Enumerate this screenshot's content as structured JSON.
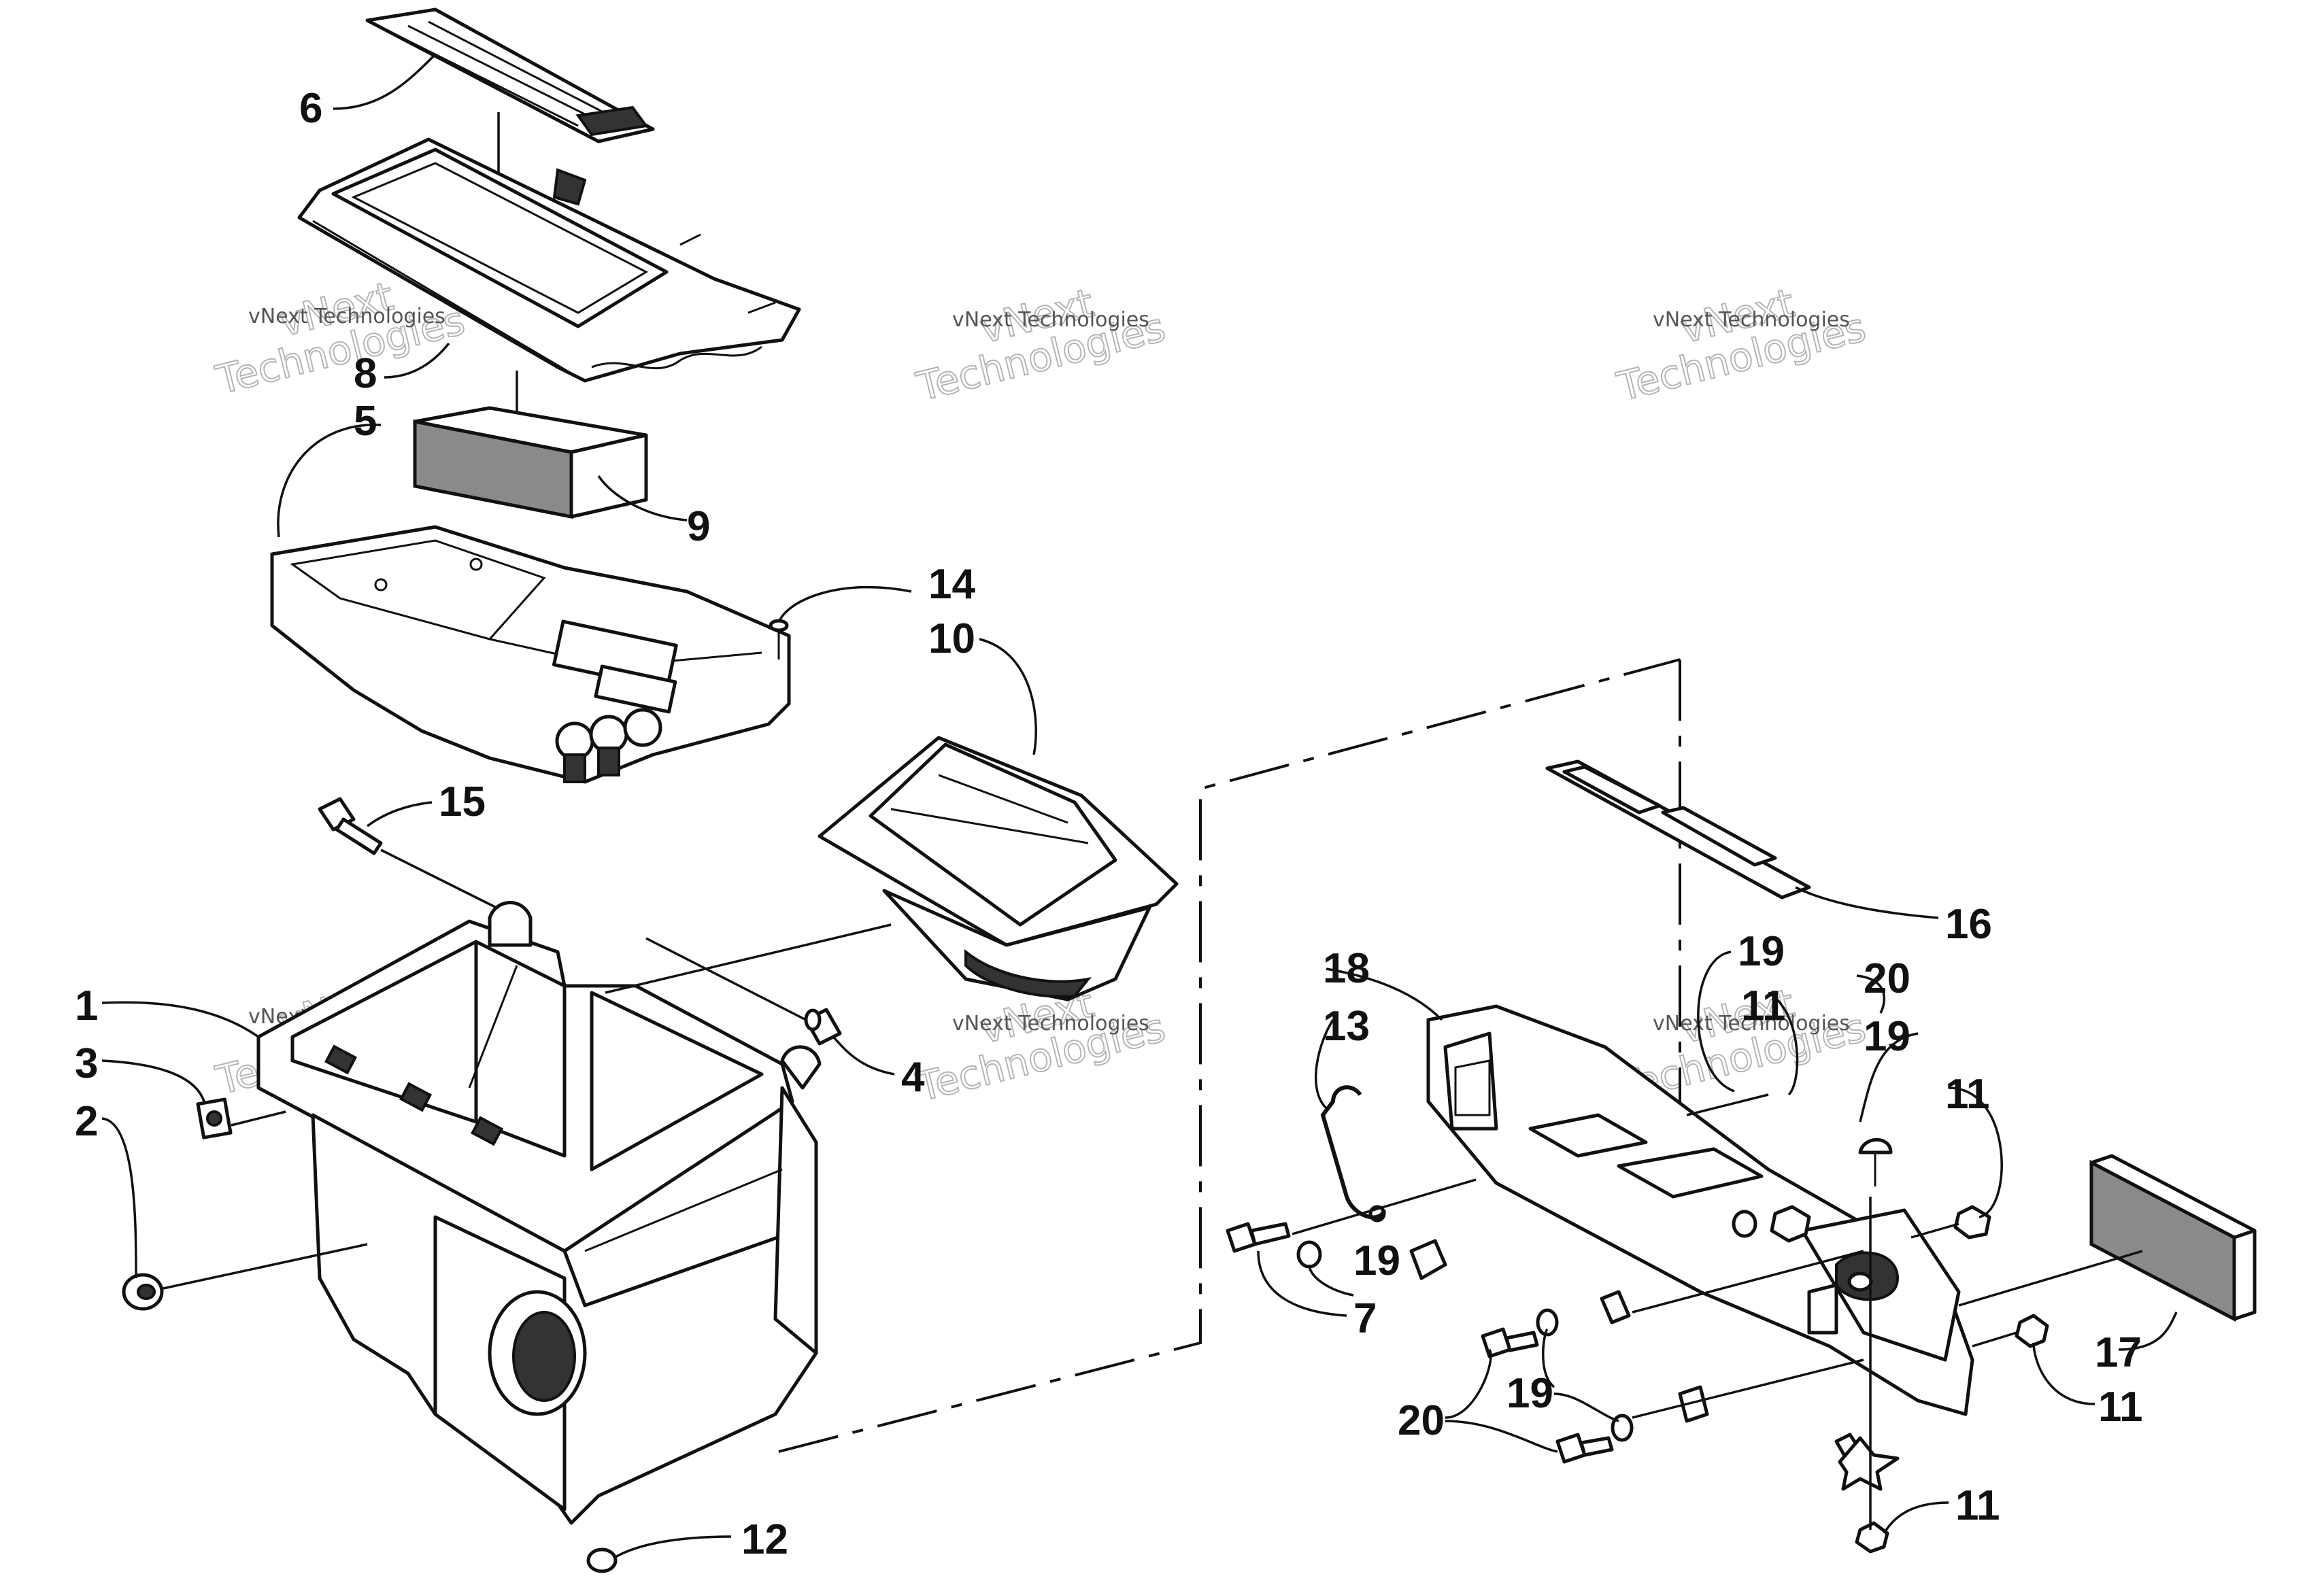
{
  "watermark": {
    "brand": "vNext",
    "word": "Technologies",
    "full": "vNext Technologies"
  },
  "callouts": [
    {
      "id": "c1",
      "label": "1"
    },
    {
      "id": "c2",
      "label": "2"
    },
    {
      "id": "c3",
      "label": "3"
    },
    {
      "id": "c4",
      "label": "4"
    },
    {
      "id": "c5",
      "label": "5"
    },
    {
      "id": "c6",
      "label": "6"
    },
    {
      "id": "c7",
      "label": "7"
    },
    {
      "id": "c8",
      "label": "8"
    },
    {
      "id": "c9",
      "label": "9"
    },
    {
      "id": "c10",
      "label": "10"
    },
    {
      "id": "c11a",
      "label": "11"
    },
    {
      "id": "c11b",
      "label": "11"
    },
    {
      "id": "c11c",
      "label": "11"
    },
    {
      "id": "c11d",
      "label": "11"
    },
    {
      "id": "c12",
      "label": "12"
    },
    {
      "id": "c13",
      "label": "13"
    },
    {
      "id": "c14",
      "label": "14"
    },
    {
      "id": "c15",
      "label": "15"
    },
    {
      "id": "c16",
      "label": "16"
    },
    {
      "id": "c17",
      "label": "17"
    },
    {
      "id": "c18",
      "label": "18"
    },
    {
      "id": "c19a",
      "label": "19"
    },
    {
      "id": "c19b",
      "label": "19"
    },
    {
      "id": "c19c",
      "label": "19"
    },
    {
      "id": "c19d",
      "label": "19"
    },
    {
      "id": "c20a",
      "label": "20"
    },
    {
      "id": "c20b",
      "label": "20"
    }
  ]
}
